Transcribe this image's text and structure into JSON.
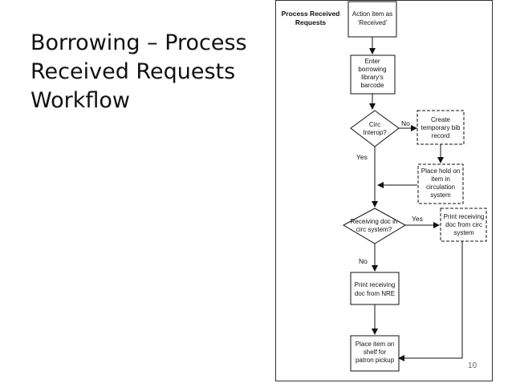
{
  "slide": {
    "title_lines": [
      "Borrowing – Process",
      "Received Requests",
      "Workflow"
    ],
    "page_number": "10"
  },
  "flowchart": {
    "lane_title": [
      "Process Received",
      "Requests"
    ],
    "nodes": {
      "action_item": [
        "Action item as",
        "‘Received’"
      ],
      "enter_barcode": [
        "Enter",
        "borrowing",
        "library’s",
        "barcode"
      ],
      "circ_interop": [
        "Circ",
        "Interop?"
      ],
      "create_bib": [
        "Create",
        "temporary bib",
        "record"
      ],
      "place_hold": [
        "Place hold on",
        "item in",
        "circulation",
        "system"
      ],
      "receiving_doc": [
        "Receiving doc in",
        "circ system?"
      ],
      "print_circ": [
        "Print receiving",
        "doc from circ",
        "system"
      ],
      "print_nre": [
        "Print receiving",
        "doc from NRE"
      ],
      "place_shelf": [
        "Place item on",
        "shelf for",
        "patron pickup"
      ]
    },
    "edge_labels": {
      "interop_no": "No",
      "interop_yes": "Yes",
      "receiving_yes": "Yes",
      "receiving_no": "No"
    }
  }
}
